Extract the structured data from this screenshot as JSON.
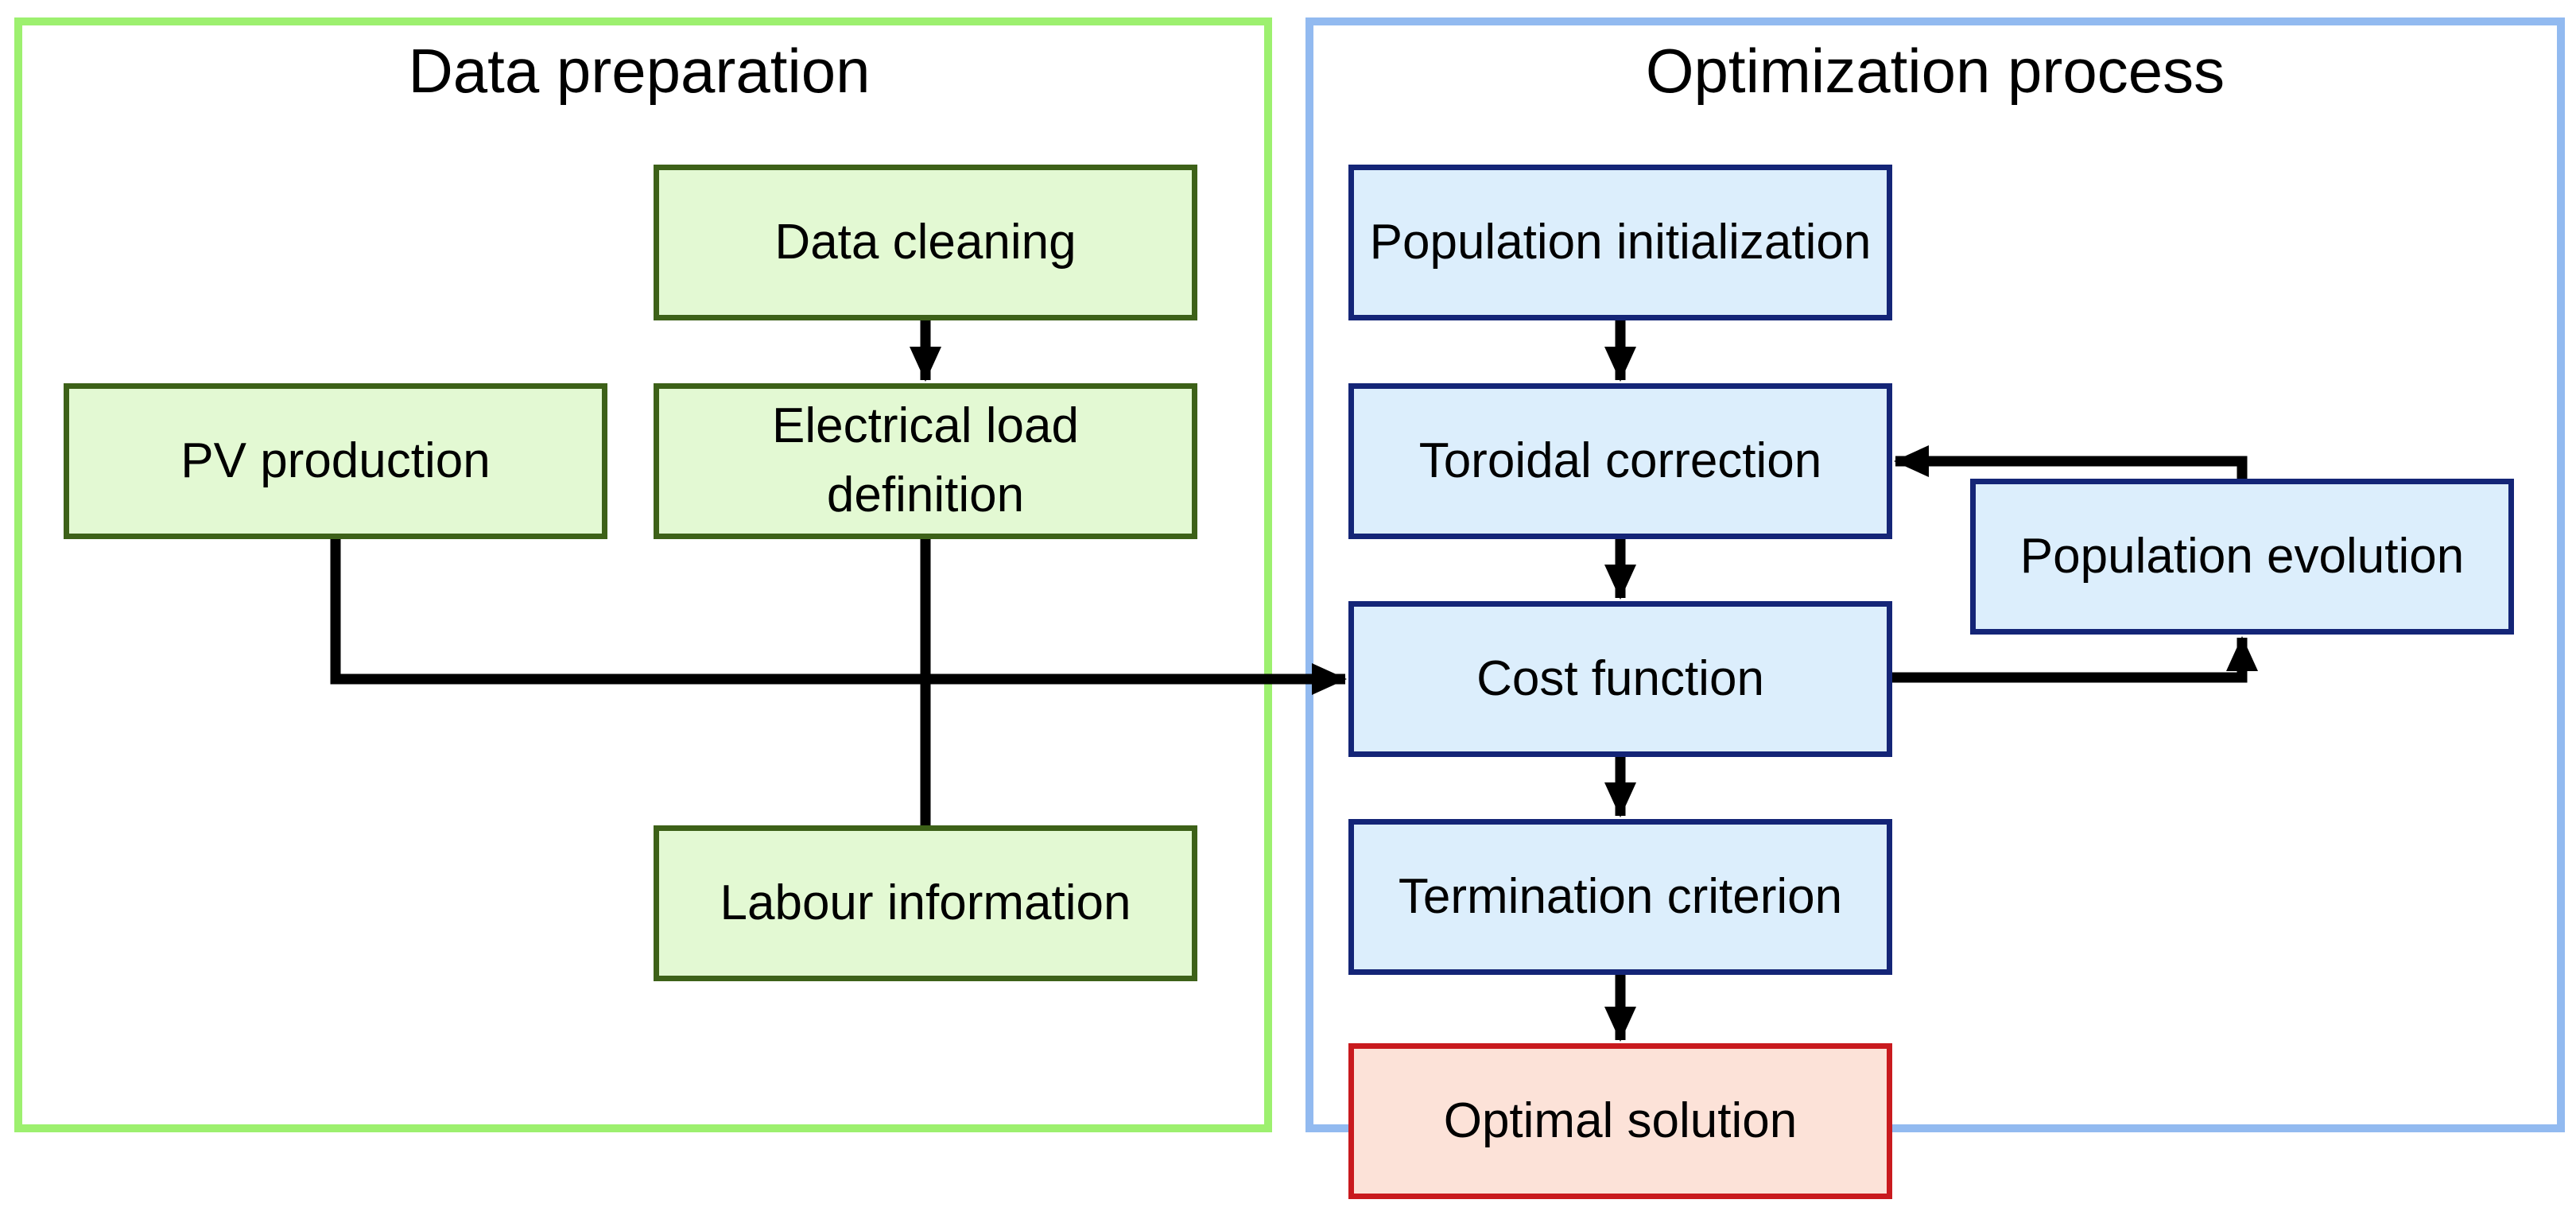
{
  "panels": {
    "data_preparation": {
      "title": "Data preparation"
    },
    "optimization_process": {
      "title": "Optimization process"
    }
  },
  "nodes": {
    "data_cleaning": "Data cleaning",
    "pv_production": "PV production",
    "electrical_load_definition": "Electrical load definition",
    "labour_information": "Labour information",
    "population_initialization": "Population initialization",
    "toroidal_correction": "Toroidal correction",
    "cost_function": "Cost function",
    "termination_criterion": "Termination criterion",
    "optimal_solution": "Optimal solution",
    "population_evolution": "Population evolution"
  },
  "colors": {
    "data_panel_border": "#9df06f",
    "optimization_panel_border": "#92baf0",
    "data_node_fill": "#e3f9d3",
    "data_node_border": "#3d6118",
    "optimization_node_fill": "#dceefc",
    "optimization_node_border": "#142577",
    "result_node_fill": "#fce2d8",
    "result_node_border": "#c91a1e",
    "connector": "#000000"
  }
}
